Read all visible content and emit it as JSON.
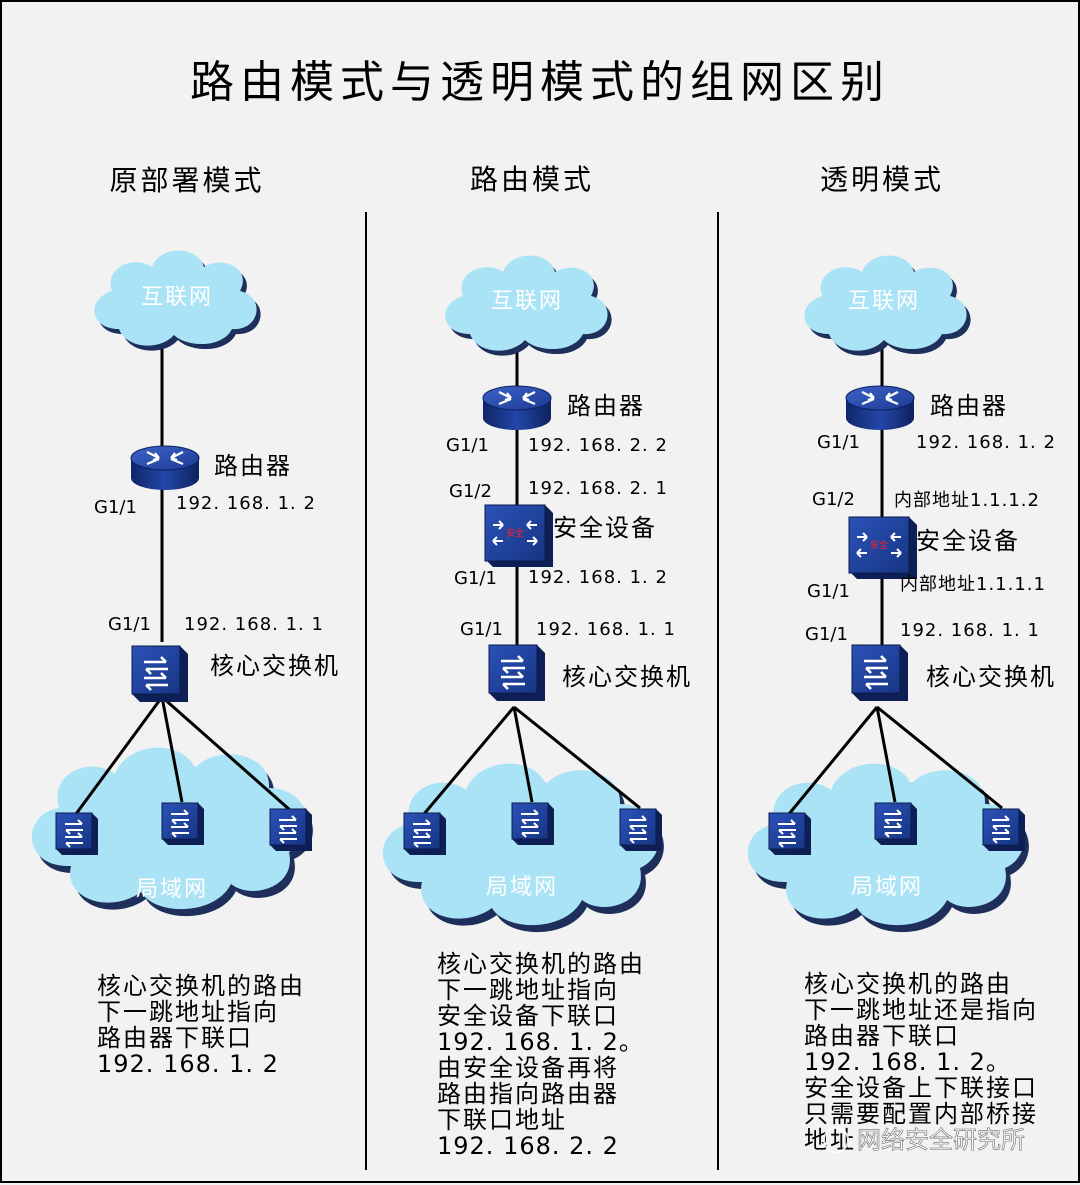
{
  "title": "路由模式与透明模式的组网区别",
  "columns": [
    {
      "heading": "原部署模式",
      "internet": "互联网",
      "router": {
        "label": "路由器",
        "port": "G1/1",
        "ip": "192. 168. 1. 2"
      },
      "core": {
        "label": "核心交换机",
        "port": "G1/1",
        "ip": "192. 168. 1. 1"
      },
      "lan": "局域网",
      "description": [
        "核心交换机的路由",
        "下一跳地址指向",
        "路由器下联口",
        "192. 168. 1. 2"
      ]
    },
    {
      "heading": "路由模式",
      "internet": "互联网",
      "router": {
        "label": "路由器",
        "port": "G1/1",
        "ip": "192. 168. 2. 2"
      },
      "security": {
        "label": "安全设备",
        "icon_text": "安全",
        "up_port": "G1/2",
        "up_ip": "192. 168. 2. 1",
        "down_port": "G1/1",
        "down_ip": "192. 168. 1. 2"
      },
      "core": {
        "label": "核心交换机",
        "port": "G1/1",
        "ip": "192. 168. 1. 1"
      },
      "lan": "局域网",
      "description": [
        "核心交换机的路由",
        "下一跳地址指向",
        "安全设备下联口",
        "192. 168. 1. 2。",
        "由安全设备再将",
        "路由指向路由器",
        "下联口地址",
        "192. 168. 2. 2"
      ]
    },
    {
      "heading": "透明模式",
      "internet": "互联网",
      "router": {
        "label": "路由器",
        "port": "G1/1",
        "ip": "192. 168. 1. 2"
      },
      "security": {
        "label": "安全设备",
        "icon_text": "安全",
        "up_port": "G1/2",
        "up_ip": "内部地址1.1.1.2",
        "down_port": "G1/1",
        "down_ip": "内部地址1.1.1.1"
      },
      "core": {
        "label": "核心交换机",
        "port": "G1/1",
        "ip": "192. 168. 1. 1"
      },
      "lan": "局域网",
      "description": [
        "核心交换机的路由",
        "下一跳地址还是指向",
        "路由器下联口",
        "192. 168. 1. 2。",
        "安全设备上下联接口",
        "只需要配置内部桥接",
        "地址"
      ]
    }
  ],
  "watermark": "网络安全研究所",
  "colors": {
    "cloud": "#a9e3f5",
    "cloud_shadow": "#1d2f5a",
    "device": "#1f3f9a",
    "device_dark": "#0f225c",
    "line": "#000000",
    "security_text": "#ff2020"
  }
}
